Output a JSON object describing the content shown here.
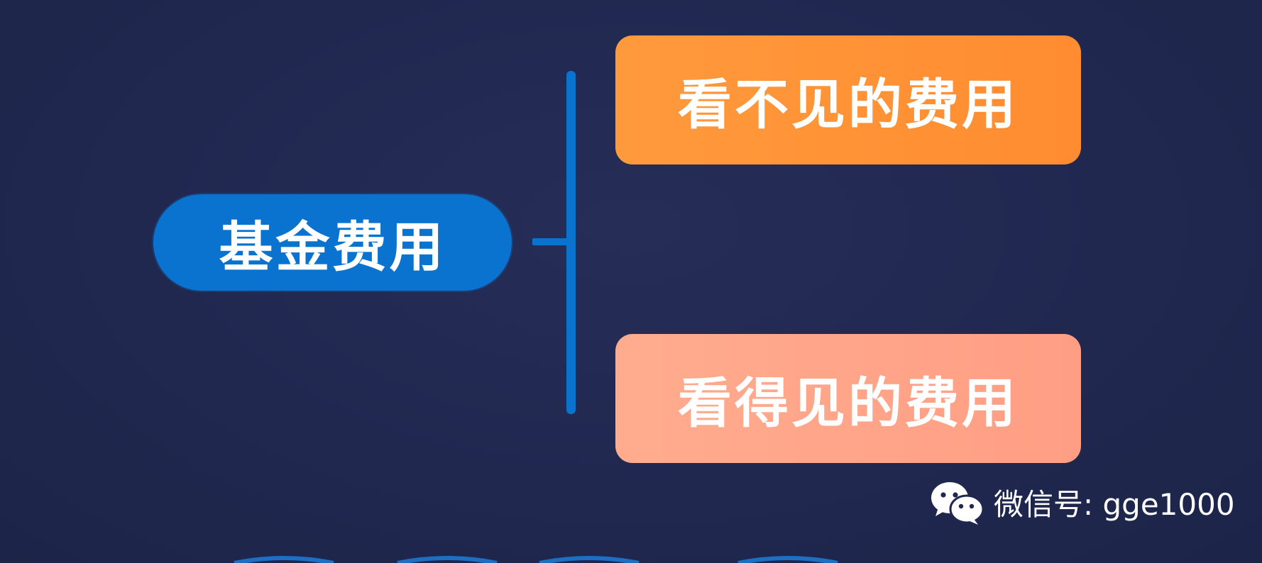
{
  "diagram": {
    "root": {
      "label": "基金费用"
    },
    "branches": [
      {
        "label": "看不见的费用",
        "color": "#ff9136"
      },
      {
        "label": "看得见的费用",
        "color": "#ffa78c"
      }
    ],
    "connector_color": "#0a72cf"
  },
  "watermark": {
    "icon": "wechat-icon",
    "text": "微信号: gge1000"
  }
}
